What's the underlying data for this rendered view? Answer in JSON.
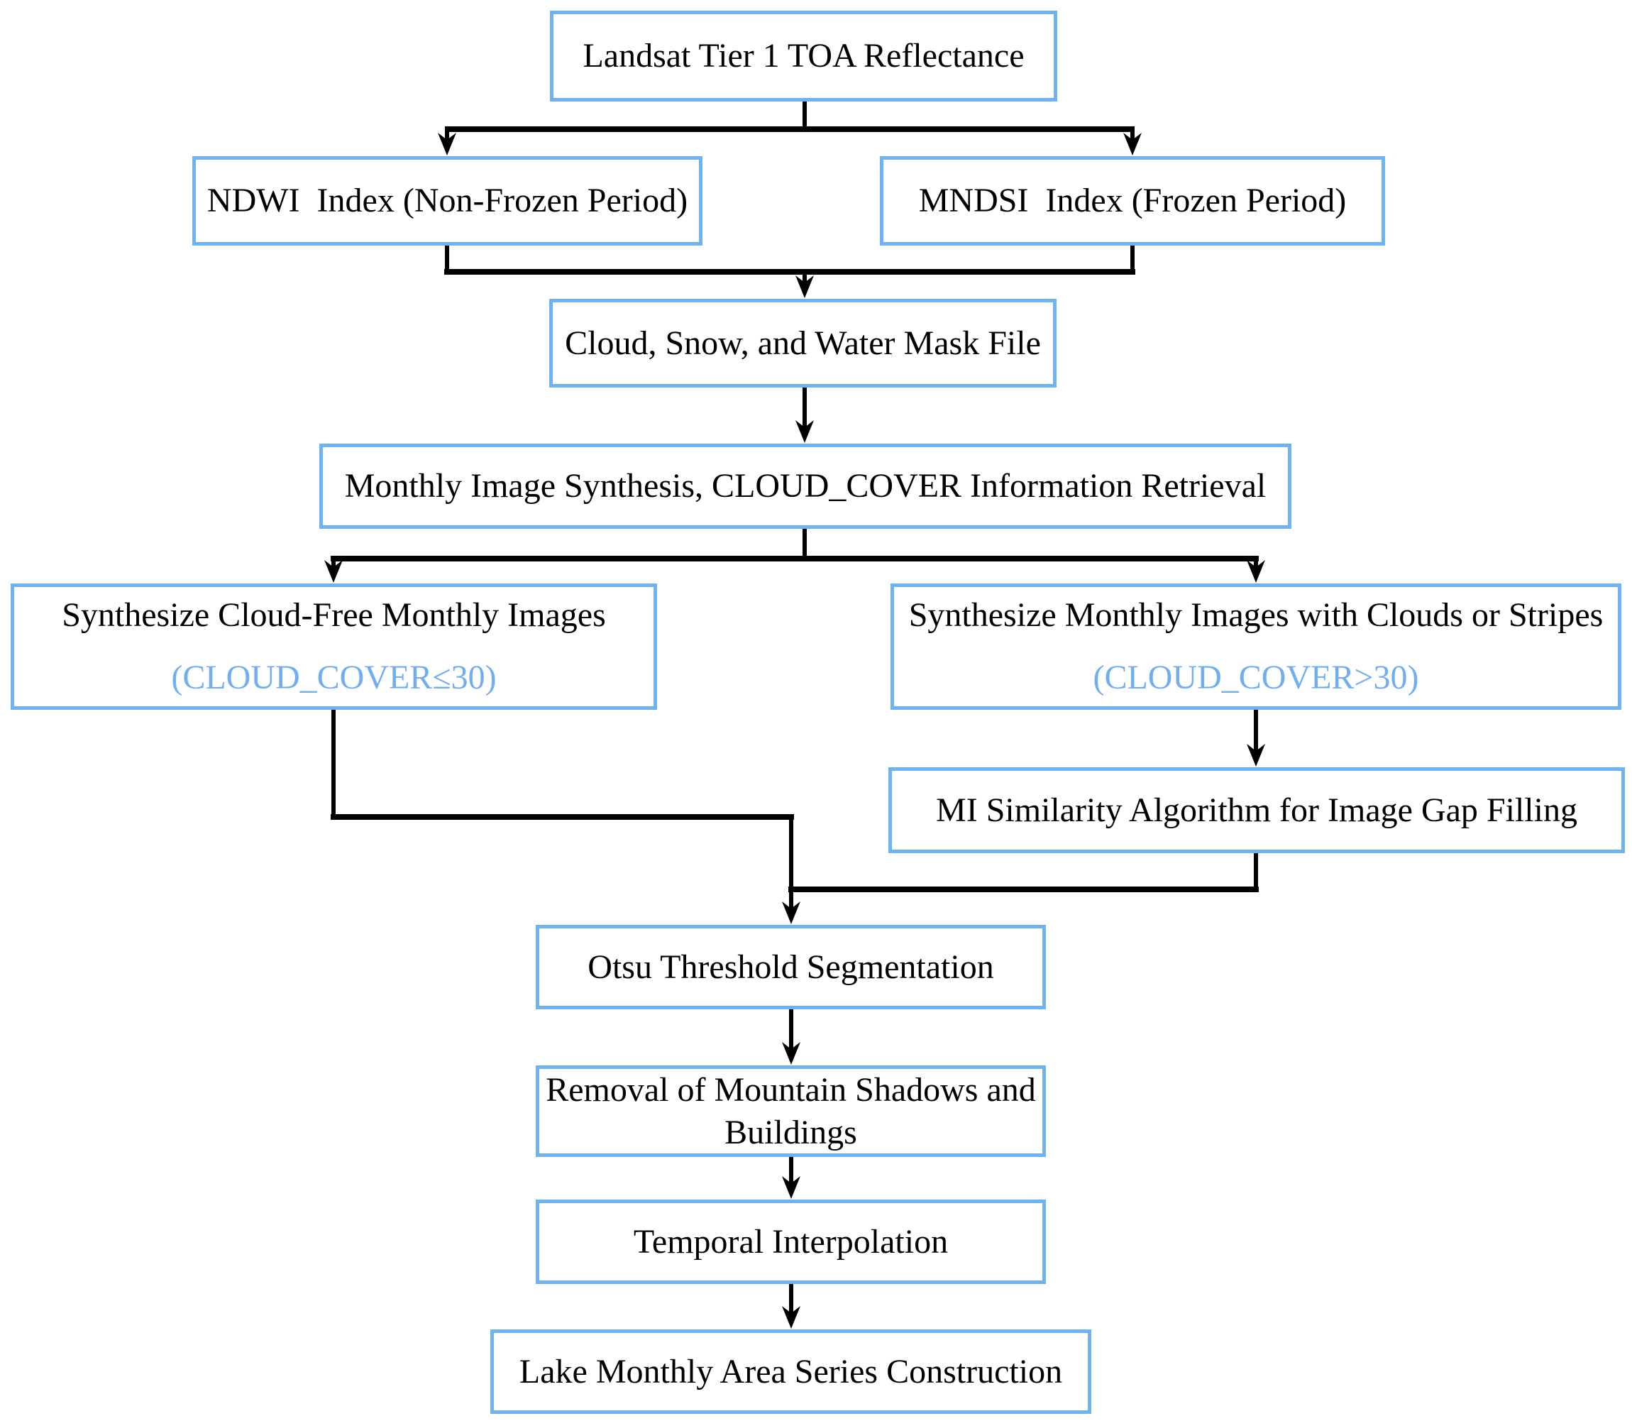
{
  "diagram": {
    "title": "Lake area extraction flowchart",
    "colors": {
      "box_border": "#6db3f2",
      "accent_text": "#70aeef",
      "line": "#000000",
      "background": "#ffffff"
    },
    "nodes": {
      "landsat": {
        "label": "Landsat Tier 1 TOA Reflectance"
      },
      "ndwi": {
        "label": "NDWI  Index (Non-Frozen Period)"
      },
      "mndsi": {
        "label": "MNDSI  Index (Frozen Period)"
      },
      "mask": {
        "label": "Cloud, Snow, and Water Mask File"
      },
      "monthly": {
        "label": "Monthly Image Synthesis, CLOUD_COVER Information Retrieval"
      },
      "synth_free": {
        "label": "Synthesize Cloud-Free Monthly Images",
        "sublabel": "(CLOUD_COVER≤30)"
      },
      "synth_clouds": {
        "label": "Synthesize Monthly Images with Clouds or Stripes",
        "sublabel": "(CLOUD_COVER>30)"
      },
      "mi": {
        "label": "MI Similarity Algorithm for Image Gap Filling"
      },
      "otsu": {
        "label": "Otsu Threshold Segmentation"
      },
      "removal": {
        "label": "Removal of Mountain Shadows and Buildings"
      },
      "temporal": {
        "label": "Temporal Interpolation"
      },
      "lake": {
        "label": "Lake Monthly Area Series Construction"
      }
    }
  }
}
